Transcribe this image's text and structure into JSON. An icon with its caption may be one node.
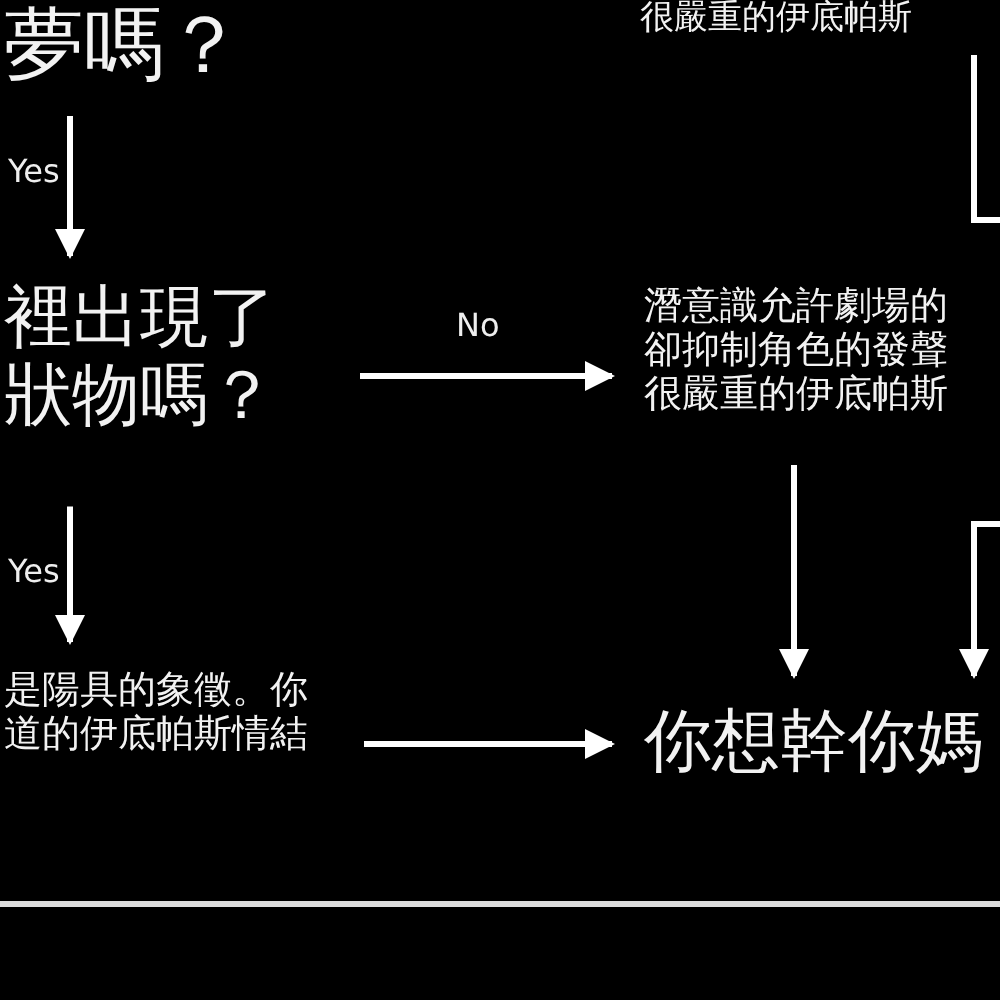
{
  "diagram": {
    "nodes": [
      {
        "text": [
          "夢嗎？"
        ]
      },
      {
        "text": [
          "裡出現了狀物嗎？"
        ]
      },
      {
        "text": [
          "很嚴重的伊底帕斯"
        ]
      },
      {
        "text": [
          "潛意識允許劇場的卻抑制角色的發聲很嚴重的伊底帕斯"
        ]
      },
      {
        "text": [
          "你想幹你媽"
        ]
      },
      {
        "text": [
          "是陽具的象徵。你道的伊底帕斯情結"
        ]
      }
    ],
    "edges": [
      {
        "from": 0,
        "to": 1,
        "arrow": "to",
        "label": "Yes"
      },
      {
        "from": 1,
        "to": 3,
        "arrow": "to",
        "label": "No"
      },
      {
        "from": 1,
        "to": 5,
        "arrow": "to",
        "label": "Yes"
      },
      {
        "from": 5,
        "to": 4,
        "arrow": "to"
      },
      {
        "from": 3,
        "to": 4,
        "arrow": "to"
      },
      {
        "from": 2,
        "to": null,
        "arrow": "none"
      },
      {
        "from": null,
        "to": 4,
        "arrow": "to"
      }
    ]
  }
}
